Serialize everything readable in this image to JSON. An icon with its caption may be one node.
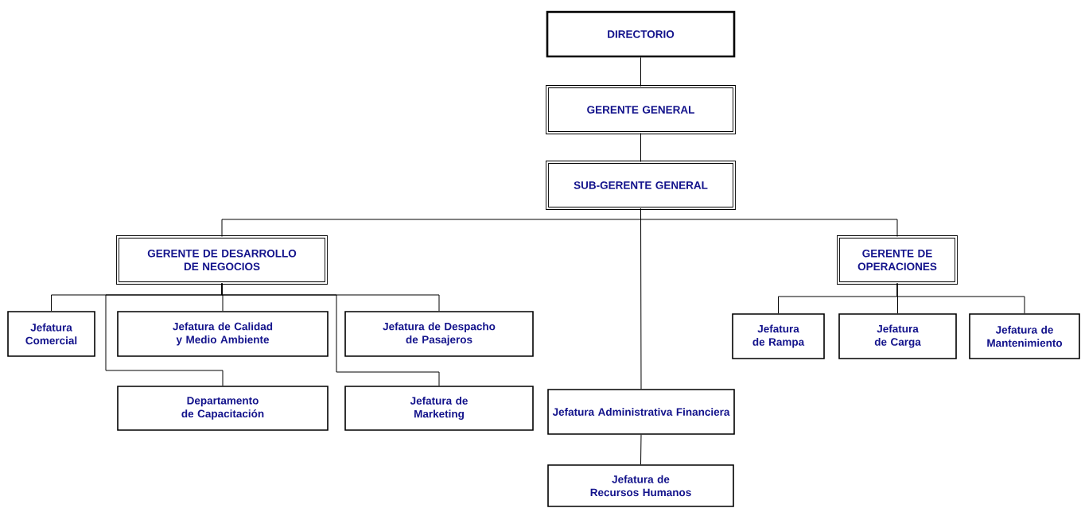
{
  "diagram": {
    "nodes": [
      {
        "text": [
          "DIRECTORIO"
        ]
      },
      {
        "text": [
          "GERENTE GENERAL"
        ]
      },
      {
        "text": [
          "SUB-GERENTE GENERAL"
        ]
      },
      {
        "text": [
          "GERENTE DE DESARROLLO DE NEGOCIOS"
        ]
      },
      {
        "text": [
          "GERENTE DE OPERACIONES"
        ]
      },
      {
        "text": [
          "Jefatura Comercial"
        ]
      },
      {
        "text": [
          "Jefatura de Calidad y Medio Ambiente"
        ]
      },
      {
        "text": [
          "Jefatura de Despacho de Pasajeros"
        ]
      },
      {
        "text": [
          "Departamento de Capacitación"
        ]
      },
      {
        "text": [
          "Jefatura de Marketing"
        ]
      },
      {
        "text": [
          "Jefatura de Rampa"
        ]
      },
      {
        "text": [
          "Jefatura de Carga"
        ]
      },
      {
        "text": [
          "Jefatura de Mantenimiento"
        ]
      },
      {
        "text": [
          "Jefatura Administrativa Financiera"
        ]
      },
      {
        "text": [
          "Jefatura de Recursos Humanos"
        ]
      }
    ],
    "edges": [
      {
        "from": 0,
        "to": 1,
        "arrow": "none"
      },
      {
        "from": 1,
        "to": 2,
        "arrow": "none"
      },
      {
        "from": 2,
        "to": 3,
        "arrow": "none"
      },
      {
        "from": 2,
        "to": 4,
        "arrow": "none"
      },
      {
        "from": 2,
        "to": 13,
        "arrow": "none"
      },
      {
        "from": 3,
        "to": 5,
        "arrow": "none"
      },
      {
        "from": 3,
        "to": 6,
        "arrow": "none"
      },
      {
        "from": 3,
        "to": 7,
        "arrow": "none"
      },
      {
        "from": 3,
        "to": 8,
        "arrow": "none"
      },
      {
        "from": 3,
        "to": 9,
        "arrow": "none"
      },
      {
        "from": 4,
        "to": 10,
        "arrow": "none"
      },
      {
        "from": 4,
        "to": 11,
        "arrow": "none"
      },
      {
        "from": 4,
        "to": 12,
        "arrow": "none"
      },
      {
        "from": 13,
        "to": 14,
        "arrow": "none"
      }
    ]
  }
}
